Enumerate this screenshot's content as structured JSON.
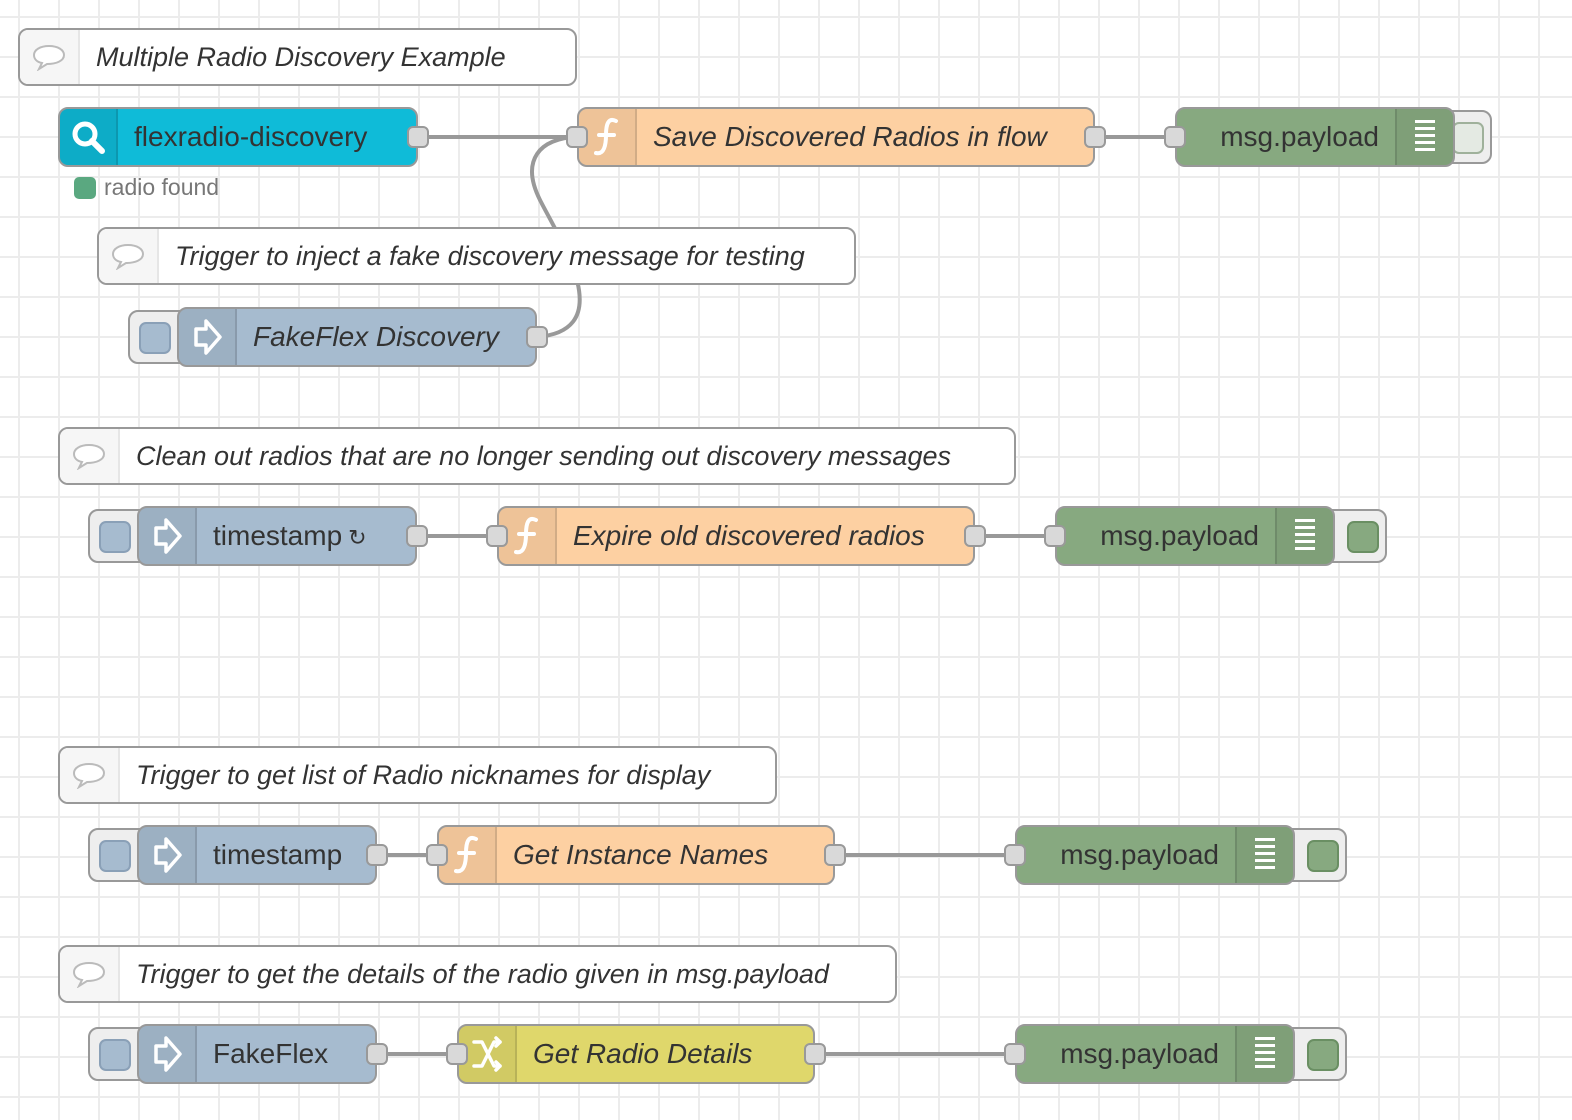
{
  "comments": {
    "c1": "Multiple Radio Discovery Example",
    "c2": "Trigger to inject a fake discovery message for testing",
    "c3": "Clean out radios that are no longer sending out discovery messages",
    "c4": "Trigger to get list of Radio nicknames for display",
    "c5": "Trigger to get the details of the radio given in msg.payload"
  },
  "nodes": {
    "discovery": {
      "label": "flexradio-discovery",
      "icon": "search-icon",
      "color": "#0fbbd8"
    },
    "save_fn": {
      "label": "Save Discovered Radios in flow",
      "icon": "function-icon",
      "color": "#fdd0a2"
    },
    "debug1": {
      "label": "msg.payload",
      "icon": "list-icon",
      "color": "#87a980"
    },
    "fakeflex_discovery": {
      "label": "FakeFlex Discovery",
      "icon": "inject-arrow-icon",
      "color": "#a6bbcf"
    },
    "timestamp_repeat": {
      "label": "timestamp",
      "repeat_glyph": "↻",
      "icon": "inject-arrow-icon",
      "color": "#a6bbcf"
    },
    "expire_fn": {
      "label": "Expire old discovered radios",
      "icon": "function-icon",
      "color": "#fdd0a2"
    },
    "debug2": {
      "label": "msg.payload",
      "icon": "list-icon",
      "color": "#87a980"
    },
    "timestamp2": {
      "label": "timestamp",
      "icon": "inject-arrow-icon",
      "color": "#a6bbcf"
    },
    "get_names": {
      "label": "Get Instance Names",
      "icon": "function-icon",
      "color": "#fdd0a2"
    },
    "debug3": {
      "label": "msg.payload",
      "icon": "list-icon",
      "color": "#87a980"
    },
    "fakeflex": {
      "label": "FakeFlex",
      "icon": "inject-arrow-icon",
      "color": "#a6bbcf"
    },
    "get_details": {
      "label": "Get Radio Details",
      "icon": "switch-icon",
      "color": "#dfd76b"
    },
    "debug4": {
      "label": "msg.payload",
      "icon": "list-icon",
      "color": "#87a980"
    }
  },
  "status": {
    "discovery": {
      "text": "radio found",
      "color": "#5aa880"
    }
  }
}
